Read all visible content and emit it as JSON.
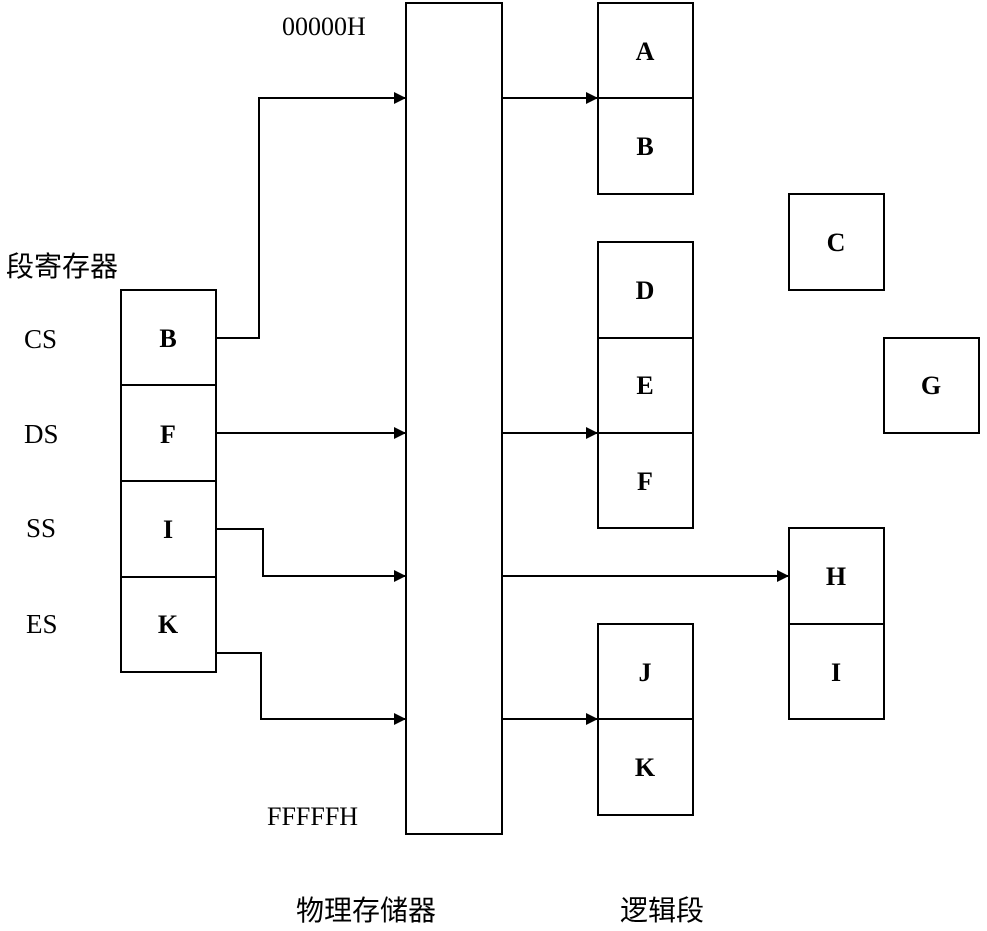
{
  "labels": {
    "top_address": "00000H",
    "bottom_address": "FFFFFH",
    "seg_reg_title": "段寄存器",
    "physical_memory": "物理存储器",
    "logical_segments": "逻辑段"
  },
  "registers": [
    {
      "name": "CS",
      "value": "B"
    },
    {
      "name": "DS",
      "value": "F"
    },
    {
      "name": "SS",
      "value": "I"
    },
    {
      "name": "ES",
      "value": "K"
    }
  ],
  "segment_groups": [
    {
      "cells": [
        "A",
        "B"
      ]
    },
    {
      "cells": [
        "C"
      ]
    },
    {
      "cells": [
        "D",
        "E",
        "F"
      ]
    },
    {
      "cells": [
        "G"
      ]
    },
    {
      "cells": [
        "H",
        "I"
      ]
    },
    {
      "cells": [
        "J",
        "K"
      ]
    }
  ]
}
